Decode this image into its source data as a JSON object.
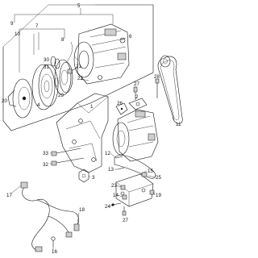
{
  "callouts": {
    "n1": "1",
    "n2": "2",
    "n3": "3",
    "n4": "4",
    "n5": "5",
    "n6": "6",
    "n7": "7",
    "n8": "8",
    "n9": "9",
    "n10": "10",
    "n11": "11",
    "n12": "12",
    "n13": "13",
    "n14": "14",
    "n15": "15",
    "n16": "16",
    "n17": "17",
    "n18": "18",
    "n19": "19",
    "n20": "20",
    "n21": "21",
    "n22": "22",
    "n23": "23",
    "n24": "24",
    "n25": "25",
    "n26": "26",
    "n27": "27",
    "n28": "28",
    "n29": "29",
    "n30": "30",
    "n31": "31",
    "n32": "32",
    "n33": "33"
  }
}
